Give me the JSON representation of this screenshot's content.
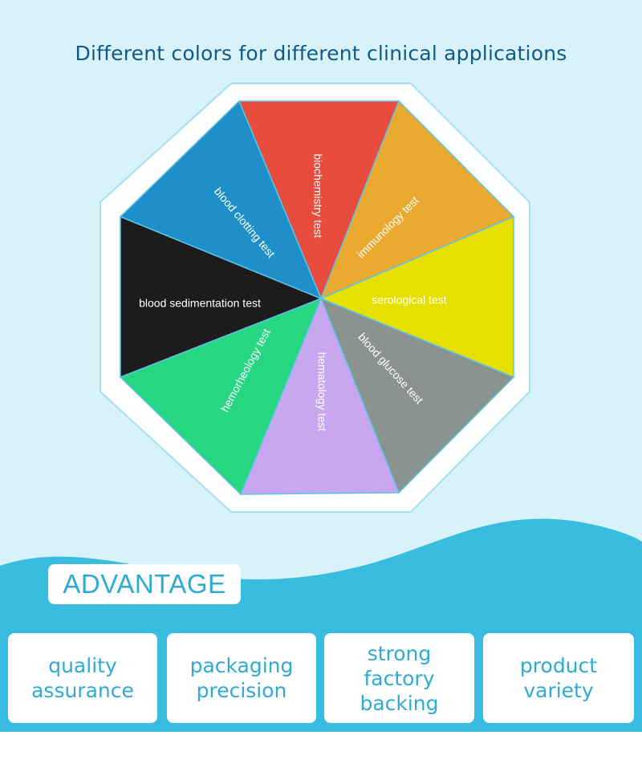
{
  "title": "Different colors for different clinical applications",
  "wheel": {
    "segments": [
      {
        "label": "biochemistry test",
        "color": "#e84c3d"
      },
      {
        "label": "immunology test",
        "color": "#eaaa30"
      },
      {
        "label": "serological test",
        "color": "#e5e000"
      },
      {
        "label": "blood glucose test",
        "color": "#8a938f"
      },
      {
        "label": "hematology test",
        "color": "#c7a8ef"
      },
      {
        "label": "hemorheology test",
        "color": "#26d680"
      },
      {
        "label": "blood sedimentation test",
        "color": "#1c1c1c"
      },
      {
        "label": "blood clotting test",
        "color": "#1e8fc8"
      }
    ],
    "divider_color": "#5dc3e6"
  },
  "advantage": {
    "heading": "ADVANTAGE",
    "cards": [
      "quality\nassurance",
      "packaging\nprecision",
      "strong\nfactory\nbacking",
      "product\nvariety"
    ]
  },
  "colors": {
    "background": "#d7f2f8",
    "wave": "#38bde0",
    "accent_text": "#2eaad3",
    "title_text": "#125a86"
  }
}
